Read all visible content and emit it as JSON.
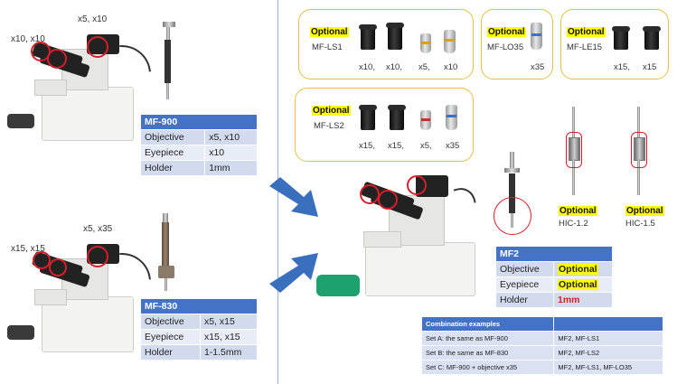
{
  "left": {
    "mf900": {
      "mag_objectives": "x5, x10",
      "mag_eyepieces": "x10, x10",
      "table": {
        "title": "MF-900",
        "rows": [
          {
            "label": "Objective",
            "value": "x5, x10"
          },
          {
            "label": "Eyepiece",
            "value": "x10"
          },
          {
            "label": "Holder",
            "value": "1mm"
          }
        ]
      }
    },
    "mf830": {
      "mag_objectives": "x5, x35",
      "mag_eyepieces": "x15, x15",
      "table": {
        "title": "MF-830",
        "rows": [
          {
            "label": "Objective",
            "value": "x5, x15"
          },
          {
            "label": "Eyepiece",
            "value": "x15, x15"
          },
          {
            "label": "Holder",
            "value": "1-1.5mm"
          }
        ]
      }
    }
  },
  "right": {
    "options": {
      "ls1": {
        "tag": "Optional",
        "name": "MF-LS1",
        "items": [
          "x10,",
          "x10,",
          "x5,",
          "x10"
        ]
      },
      "lo35": {
        "tag": "Optional",
        "name": "MF-LO35",
        "items": [
          "x35"
        ]
      },
      "le15": {
        "tag": "Optional",
        "name": "MF-LE15",
        "items": [
          "x15,",
          "x15"
        ]
      },
      "ls2": {
        "tag": "Optional",
        "name": "MF-LS2",
        "items": [
          "x15,",
          "x15,",
          "x5,",
          "x35"
        ]
      }
    },
    "holders": {
      "hic12": {
        "tag": "Optional",
        "name": "HIC-1.2"
      },
      "hic15": {
        "tag": "Optional",
        "name": "HIC-1.5"
      }
    },
    "mf2": {
      "title": "MF2",
      "rows": [
        {
          "label": "Objective",
          "value": "Optional"
        },
        {
          "label": "Eyepiece",
          "value": "Optional"
        },
        {
          "label": "Holder",
          "value": "1mm"
        }
      ]
    },
    "combo": {
      "header": "Combination examples",
      "rows": [
        {
          "set": "Set A: the same as MF-900",
          "value": "MF2, MF-LS1"
        },
        {
          "set": "Set B: the same as MF-830",
          "value": "MF2, MF-LS2"
        },
        {
          "set": "Set C: MF-900 + objective x35",
          "value": "MF2, MF-LS1, MF-LO35"
        }
      ]
    }
  },
  "colors": {
    "accent": "#4472c4",
    "highlight": "#ffff00",
    "red": "#d3202a",
    "gold": "#e4c04a",
    "arrow": "#3a6fbe"
  }
}
